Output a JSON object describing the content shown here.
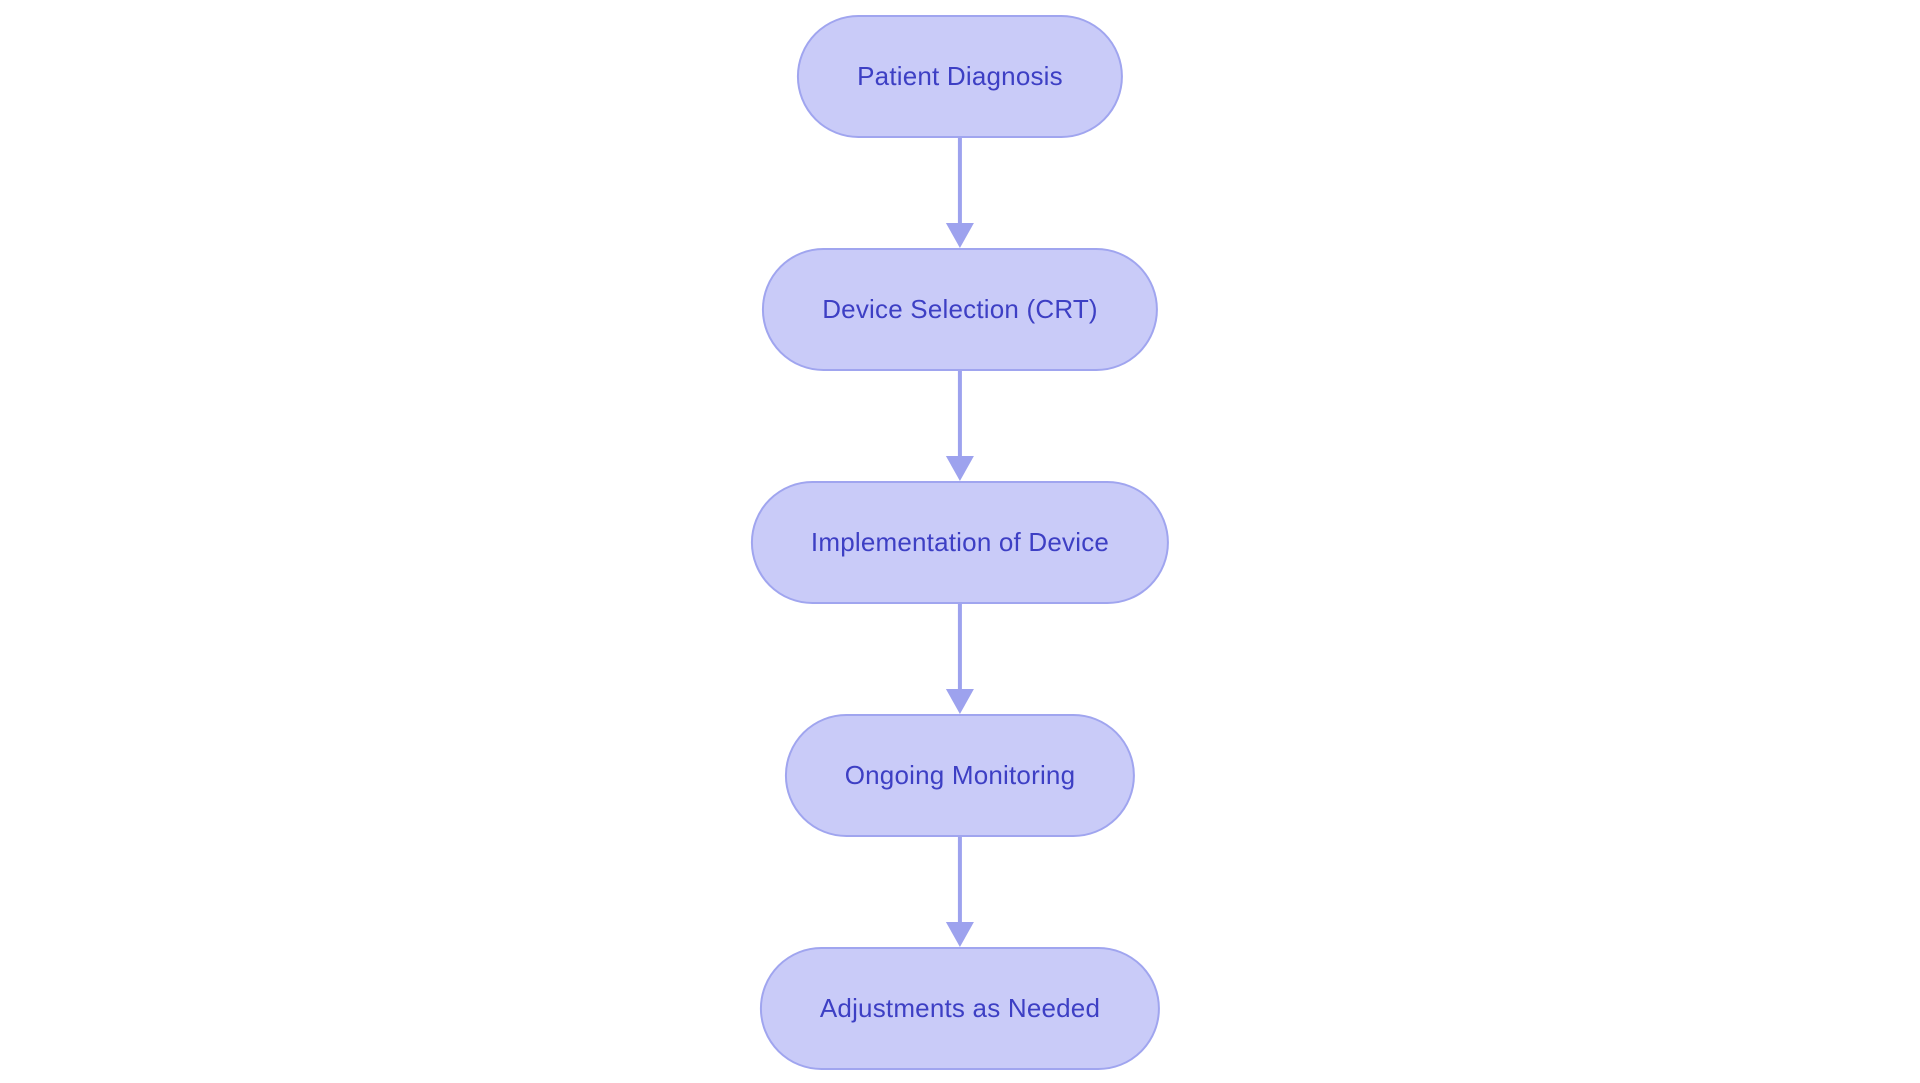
{
  "canvas": {
    "background": "#ffffff"
  },
  "diagram": {
    "type": "flowchart",
    "direction": "top-to-bottom",
    "nodes": [
      {
        "id": "patient-diagnosis",
        "label": "Patient Diagnosis"
      },
      {
        "id": "device-selection-crt",
        "label": "Device Selection (CRT)"
      },
      {
        "id": "implementation-of-device",
        "label": "Implementation of Device"
      },
      {
        "id": "ongoing-monitoring",
        "label": "Ongoing Monitoring"
      },
      {
        "id": "adjustments-as-needed",
        "label": "Adjustments as Needed"
      }
    ],
    "edges": [
      {
        "from": "patient-diagnosis",
        "to": "device-selection-crt"
      },
      {
        "from": "device-selection-crt",
        "to": "implementation-of-device"
      },
      {
        "from": "implementation-of-device",
        "to": "ongoing-monitoring"
      },
      {
        "from": "ongoing-monitoring",
        "to": "adjustments-as-needed"
      }
    ],
    "style": {
      "node_fill": "#c9cbf8",
      "node_border": "#a0a5ef",
      "node_text_color": "#3d3fc4",
      "arrow_color": "#9da2ee"
    }
  }
}
